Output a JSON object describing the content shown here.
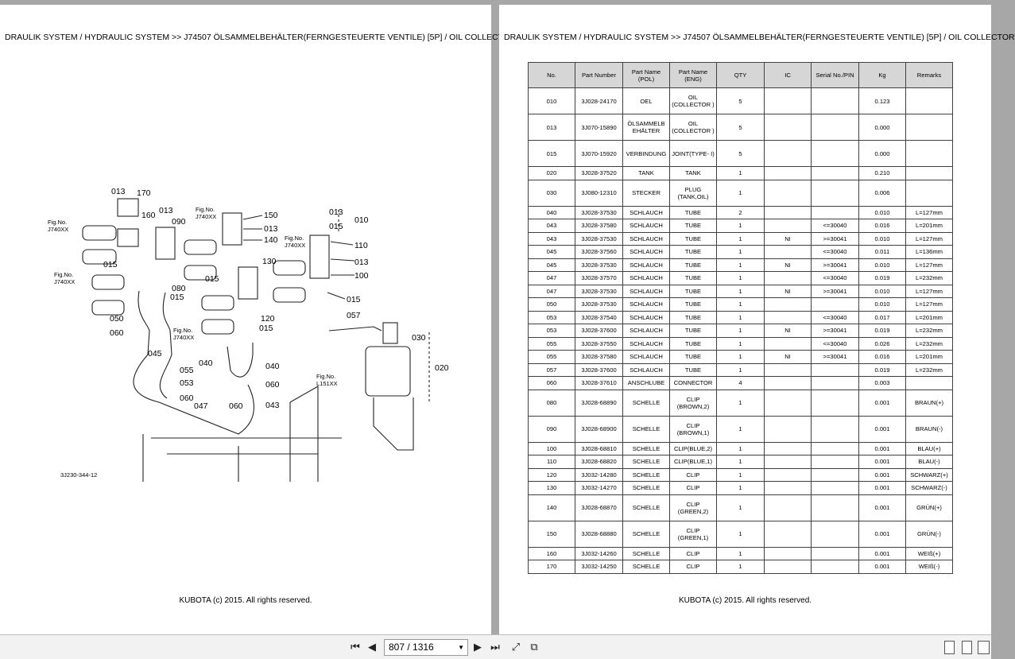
{
  "breadcrumb": "DRAULIK SYSTEM / HYDRAULIC SYSTEM >> J74507   ÖLSAMMELBEHÄLTER(FERNGESTEUERTE VENTILE) [5P] / OIL COLLECTOR",
  "footer": "KUBOTA (c) 2015. All rights reserved.",
  "diagram": {
    "code": "3J230-344-12",
    "figs": [
      "Fig.No.",
      "J740XX",
      "L151XX"
    ],
    "callouts": [
      "013",
      "170",
      "160",
      "013",
      "090",
      "150",
      "013",
      "140",
      "013",
      "015",
      "010",
      "110",
      "013",
      "100",
      "015",
      "015",
      "080",
      "015",
      "130",
      "015",
      "120",
      "015",
      "057",
      "030",
      "050",
      "060",
      "045",
      "055",
      "053",
      "060",
      "047",
      "040",
      "060",
      "040",
      "060",
      "043",
      "020"
    ]
  },
  "table": {
    "headers": [
      "No.",
      "Part Number",
      "Part Name (POL)",
      "Part Name (ENG)",
      "QTY",
      "IC",
      "Serial No./PIN",
      "Kg",
      "Remarks"
    ],
    "rows": [
      [
        "010",
        "3J028-24170",
        "OEL",
        "OIL (COLLECTOR )",
        "5",
        "",
        "",
        "0.123",
        ""
      ],
      [
        "013",
        "3J070-15890",
        "ÖLSAMMELB EHÄLTER",
        "OIL (COLLECTOR )",
        "5",
        "",
        "",
        "0.000",
        ""
      ],
      [
        "015",
        "3J070-15920",
        "VERBINDUNG",
        "JOINT(TYPE- I)",
        "5",
        "",
        "",
        "0.000",
        ""
      ],
      [
        "020",
        "3J028-37520",
        "TANK",
        "TANK",
        "1",
        "",
        "",
        "0.210",
        ""
      ],
      [
        "030",
        "3J080-12310",
        "STECKER",
        "PLUG (TANK,OIL)",
        "1",
        "",
        "",
        "0.006",
        ""
      ],
      [
        "040",
        "3J028-37530",
        "SCHLAUCH",
        "TUBE",
        "2",
        "",
        "",
        "0.010",
        "L=127mm"
      ],
      [
        "043",
        "3J028-37580",
        "SCHLAUCH",
        "TUBE",
        "1",
        "",
        "<=30040",
        "0.016",
        "L=201mm"
      ],
      [
        "043",
        "3J028-37530",
        "SCHLAUCH",
        "TUBE",
        "1",
        "NI",
        ">=30041",
        "0.010",
        "L=127mm"
      ],
      [
        "045",
        "3J028-37560",
        "SCHLAUCH",
        "TUBE",
        "1",
        "",
        "<=30040",
        "0.011",
        "L=136mm"
      ],
      [
        "045",
        "3J028-37530",
        "SCHLAUCH",
        "TUBE",
        "1",
        "NI",
        ">=30041",
        "0.010",
        "L=127mm"
      ],
      [
        "047",
        "3J028-37570",
        "SCHLAUCH",
        "TUBE",
        "1",
        "",
        "<=30040",
        "0.019",
        "L=232mm"
      ],
      [
        "047",
        "3J028-37530",
        "SCHLAUCH",
        "TUBE",
        "1",
        "NI",
        ">=30041",
        "0.010",
        "L=127mm"
      ],
      [
        "050",
        "3J028-37530",
        "SCHLAUCH",
        "TUBE",
        "1",
        "",
        "",
        "0.010",
        "L=127mm"
      ],
      [
        "053",
        "3J028-37540",
        "SCHLAUCH",
        "TUBE",
        "1",
        "",
        "<=30040",
        "0.017",
        "L=201mm"
      ],
      [
        "053",
        "3J028-37600",
        "SCHLAUCH",
        "TUBE",
        "1",
        "NI",
        ">=30041",
        "0.019",
        "L=232mm"
      ],
      [
        "055",
        "3J028-37550",
        "SCHLAUCH",
        "TUBE",
        "1",
        "",
        "<=30040",
        "0.026",
        "L=232mm"
      ],
      [
        "055",
        "3J028-37580",
        "SCHLAUCH",
        "TUBE",
        "1",
        "NI",
        ">=30041",
        "0.016",
        "L=201mm"
      ],
      [
        "057",
        "3J028-37600",
        "SCHLAUCH",
        "TUBE",
        "1",
        "",
        "",
        "0.019",
        "L=232mm"
      ],
      [
        "060",
        "3J028-37610",
        "ANSCHLUBE",
        "CONNECTOR",
        "4",
        "",
        "",
        "0.003",
        ""
      ],
      [
        "080",
        "3J028-68890",
        "SCHELLE",
        "CLIP (BROWN,2)",
        "1",
        "",
        "",
        "0.001",
        "BRAUN(+)"
      ],
      [
        "090",
        "3J028-68900",
        "SCHELLE",
        "CLIP (BROWN,1)",
        "1",
        "",
        "",
        "0.001",
        "BRAUN(-)"
      ],
      [
        "100",
        "3J028-68810",
        "SCHELLE",
        "CLIP(BLUE,2)",
        "1",
        "",
        "",
        "0.001",
        "BLAU(+)"
      ],
      [
        "110",
        "3J028-68820",
        "SCHELLE",
        "CLIP(BLUE,1)",
        "1",
        "",
        "",
        "0.001",
        "BLAU(-)"
      ],
      [
        "120",
        "3J032-14280",
        "SCHELLE",
        "CLIP",
        "1",
        "",
        "",
        "0.001",
        "SCHWARZ(+)"
      ],
      [
        "130",
        "3J032-14270",
        "SCHELLE",
        "CLIP",
        "1",
        "",
        "",
        "0.001",
        "SCHWARZ(-)"
      ],
      [
        "140",
        "3J028-68870",
        "SCHELLE",
        "CLIP (GREEN,2)",
        "1",
        "",
        "",
        "0.001",
        "GRÜN(+)"
      ],
      [
        "150",
        "3J028-68880",
        "SCHELLE",
        "CLIP (GREEN,1)",
        "1",
        "",
        "",
        "0.001",
        "GRÜN(-)"
      ],
      [
        "160",
        "3J032-14260",
        "SCHELLE",
        "CLIP",
        "1",
        "",
        "",
        "0.001",
        "WEIß(+)"
      ],
      [
        "170",
        "3J032-14250",
        "SCHELLE",
        "CLIP",
        "1",
        "",
        "",
        "0.001",
        "WEIß(-)"
      ]
    ]
  },
  "toolbar": {
    "page_indicator": "807 / 1316",
    "icons": [
      "first-page-icon",
      "prev-page-icon",
      "next-page-icon",
      "last-page-icon",
      "fit-page-icon",
      "fit-width-icon",
      "single-page-icon",
      "continuous-icon",
      "two-page-icon"
    ]
  }
}
